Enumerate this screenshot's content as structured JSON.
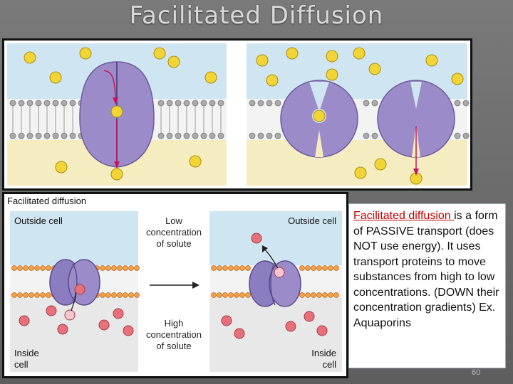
{
  "slide": {
    "title": "Facilitated Diffusion",
    "page_number": "60"
  },
  "figure_bottom": {
    "heading": "Facilitated diffusion",
    "outside_left": "Outside cell",
    "outside_right": "Outside cell",
    "low_line1": "Low",
    "low_line2": "concentration",
    "low_line3": "of solute",
    "high_line1": "High",
    "high_line2": "concentration",
    "high_line3": "of solute",
    "inside_left_1": "Inside",
    "inside_left_2": "cell",
    "inside_right_1": "Inside",
    "inside_right_2": "cell"
  },
  "body_text": {
    "highlight": "Facilitated diffusion ",
    "rest": "is a form of PASSIVE transport (does NOT use energy).  It uses transport proteins to move substances from high to low concentrations. (DOWN their concentration gradients) Ex. Aquaporins"
  },
  "colors": {
    "accent_red": "#c00000",
    "protein_purple": "#9b8cc9",
    "solute_yellow": "#f2d437",
    "solute_pink": "#e8707a"
  }
}
